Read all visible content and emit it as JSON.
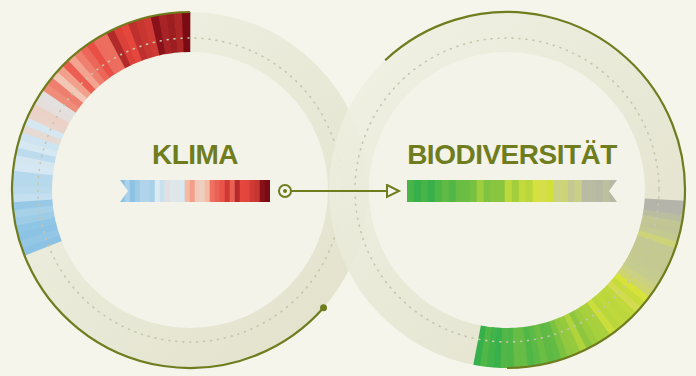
{
  "diagram": {
    "nodes": [
      {
        "text": [
          "KLIMA"
        ]
      },
      {
        "text": [
          "BIODIVERSITÄT"
        ]
      }
    ],
    "edges": [
      {
        "from": 0,
        "to": 1,
        "arrow": "to"
      }
    ]
  }
}
